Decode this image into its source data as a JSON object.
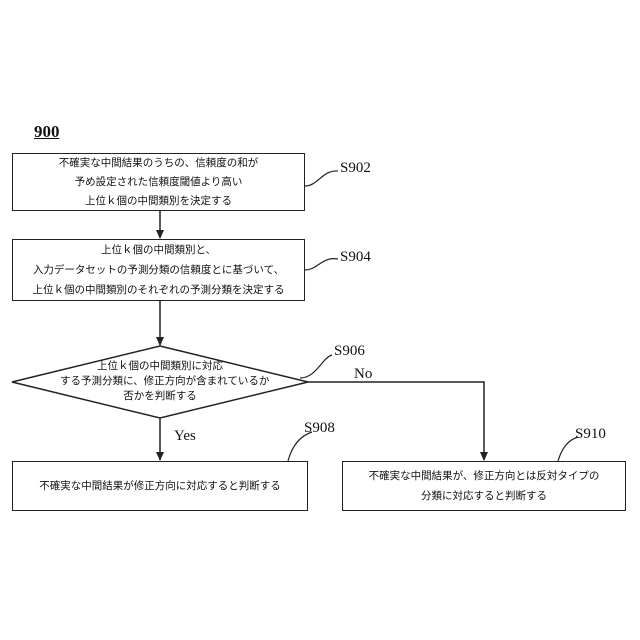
{
  "figure_number": "900",
  "steps": {
    "s902": {
      "id": "S902",
      "lines": [
        "不確実な中間結果のうちの、信頼度の和が",
        "予め設定された信頼度閾値より高い",
        "上位ｋ個の中間類別を決定する"
      ]
    },
    "s904": {
      "id": "S904",
      "lines": [
        "上位ｋ個の中間類別と、",
        "入力データセットの予測分類の信頼度とに基づいて、",
        "上位ｋ個の中間類別のそれぞれの予測分類を決定する"
      ]
    },
    "s906": {
      "id": "S906",
      "lines": [
        "上位ｋ個の中間類別に対応",
        "する予測分類に、修正方向が含まれているか",
        "否かを判断する"
      ]
    },
    "s908": {
      "id": "S908",
      "lines": [
        "不確実な中間結果が修正方向に対応すると判断する"
      ]
    },
    "s910": {
      "id": "S910",
      "lines": [
        "不確実な中間結果が、修正方向とは反対タイプの",
        "分類に対応すると判断する"
      ]
    }
  },
  "branches": {
    "yes": "Yes",
    "no": "No"
  }
}
